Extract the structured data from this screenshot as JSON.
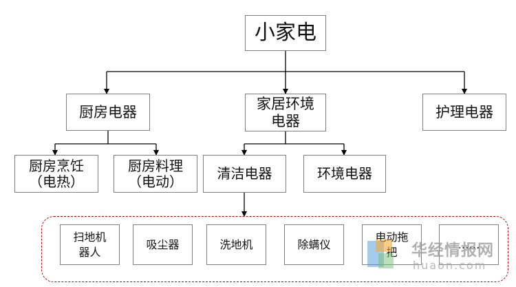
{
  "root": "小家电",
  "categories": {
    "kitchen": "厨房电器",
    "home": [
      "家居环境",
      "电器"
    ],
    "care": "护理电器"
  },
  "kitchen_children": {
    "cooking": [
      "厨房烹饪",
      "（电热）"
    ],
    "processing": [
      "厨房料理",
      "（电动）"
    ]
  },
  "home_children": {
    "cleaning": "清洁电器",
    "environment": "环境电器"
  },
  "cleaning_items": [
    [
      "扫地机",
      "器人"
    ],
    [
      "吸尘器"
    ],
    [
      "洗地机"
    ],
    [
      "除螨仪"
    ],
    [
      "电动拖",
      "把"
    ],
    [
      "……"
    ]
  ],
  "watermark": {
    "name": "华经情报网",
    "url": "huaon.com"
  },
  "colors": {
    "box_border": "#7f7f7f",
    "group_border": "#c00000",
    "watermark": "#969696"
  }
}
